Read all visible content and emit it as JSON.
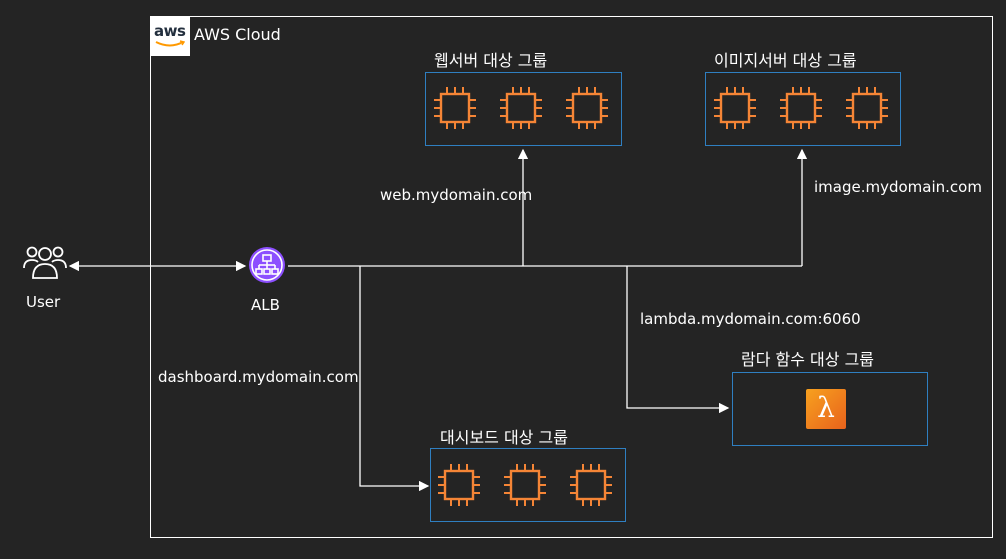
{
  "cloud": {
    "title": "AWS Cloud",
    "logo_text": "aws"
  },
  "user": {
    "label": "User",
    "icon": "users-icon"
  },
  "alb": {
    "label": "ALB",
    "icon": "load-balancer-icon"
  },
  "routes": {
    "web": "web.mydomain.com",
    "image": "image.mydomain.com",
    "lambda": "lambda.mydomain.com:6060",
    "dashboard": "dashboard.mydomain.com"
  },
  "groups": {
    "web": {
      "title": "웹서버 대상 그룹",
      "instance_count": 3
    },
    "image": {
      "title": "이미지서버 대상 그룹",
      "instance_count": 3
    },
    "lambda": {
      "title": "람다 함수 대상 그룹",
      "icon": "lambda-icon"
    },
    "dashboard": {
      "title": "대시보드 대상 그룹",
      "instance_count": 3
    }
  },
  "colors": {
    "background": "#242424",
    "group_border": "#2f7fc1",
    "ec2_orange": "#f58536",
    "alb_purple": "#8c4fff",
    "lines": "#ffffff"
  }
}
